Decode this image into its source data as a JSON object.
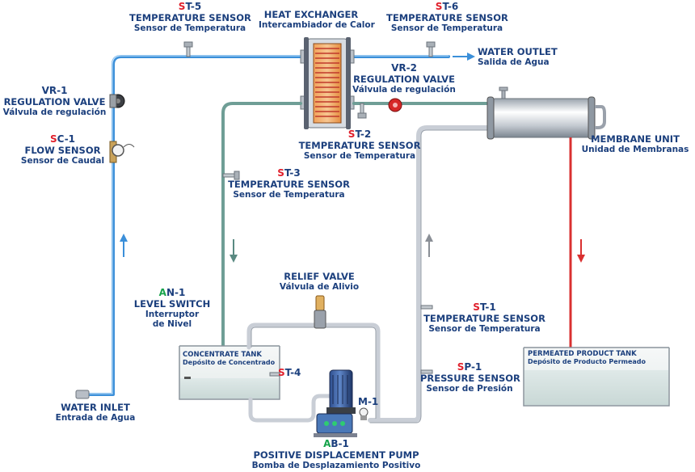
{
  "labels": {
    "st5": {
      "prefix": "S",
      "code": "T-5",
      "title": "TEMPERATURE SENSOR",
      "sub": "Sensor de Temperatura"
    },
    "heat_exchanger": {
      "title": "HEAT EXCHANGER",
      "sub": "Intercambiador de Calor"
    },
    "st6": {
      "prefix": "S",
      "code": "T-6",
      "title": "TEMPERATURE SENSOR",
      "sub": "Sensor de Temperatura"
    },
    "water_outlet": {
      "title": "WATER OUTLET",
      "sub": "Salida de Agua"
    },
    "vr1": {
      "code": "VR-1",
      "title": "REGULATION VALVE",
      "sub": "Válvula de regulación"
    },
    "vr2": {
      "code": "VR-2",
      "title": "REGULATION VALVE",
      "sub": "Válvula de regulación"
    },
    "sc1": {
      "prefix": "S",
      "code": "C-1",
      "title": "FLOW SENSOR",
      "sub": "Sensor de Caudal"
    },
    "st2": {
      "prefix": "S",
      "code": "T-2",
      "title": "TEMPERATURE SENSOR",
      "sub": "Sensor de Temperatura"
    },
    "membrane": {
      "title": "MEMBRANE UNIT",
      "sub": "Unidad de Membranas"
    },
    "st3": {
      "prefix": "S",
      "code": "T-3",
      "title": "TEMPERATURE SENSOR",
      "sub": "Sensor de Temperatura"
    },
    "relief": {
      "title": "RELIEF VALVE",
      "sub": "Válvula de Alivio"
    },
    "an1": {
      "prefix": "A",
      "code": "N-1",
      "title": "LEVEL SWITCH",
      "sub1": "Interruptor",
      "sub2": "de Nivel"
    },
    "st1": {
      "prefix": "S",
      "code": "T-1",
      "title": "TEMPERATURE SENSOR",
      "sub": "Sensor de Temperatura"
    },
    "concentrate_tank": {
      "title": "CONCENTRATE TANK",
      "sub": "Depósito de Concentrado"
    },
    "st4": {
      "prefix": "S",
      "code": "T-4"
    },
    "m1": {
      "code": "M-1"
    },
    "sp1": {
      "prefix": "S",
      "code": "P-1",
      "title": "PRESSURE SENSOR",
      "sub": "Sensor de Presión"
    },
    "permeate_tank": {
      "title": "PERMEATED PRODUCT TANK",
      "sub": "Depósito de Producto Permeado"
    },
    "water_inlet": {
      "title": "WATER INLET",
      "sub": "Entrada de Agua"
    },
    "ab1": {
      "prefix": "A",
      "code": "B-1",
      "title": "POSITIVE DISPLACEMENT PUMP",
      "sub": "Bomba de Desplazamiento Positivo"
    }
  },
  "colors": {
    "water_line": "#3b8fd9",
    "concentrate_line": "#6f9e96",
    "permeate_line": "#d93030",
    "process_line": "#c9ced6",
    "label_text": "#1b3f7d",
    "code_prefix_red": "#e01f2b",
    "code_prefix_green": "#16a34a"
  }
}
